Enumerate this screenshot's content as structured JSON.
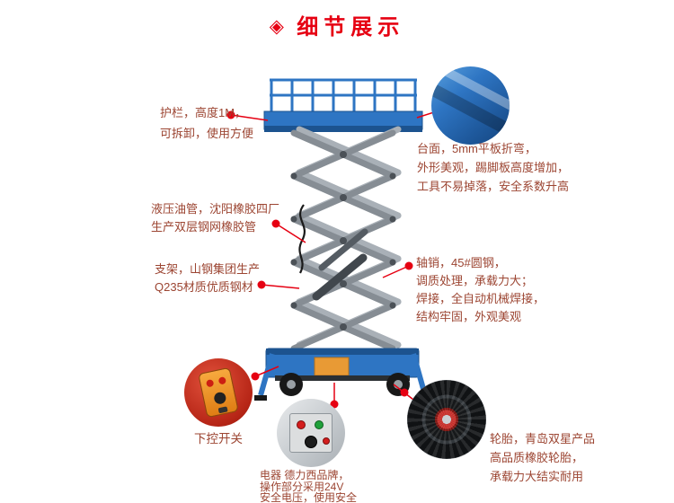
{
  "header": {
    "title": "细节展示"
  },
  "colors": {
    "accent_red": "#e60012",
    "note_text": "#9c4532",
    "machine_blue": "#2e75c3",
    "machine_blue_dark": "#1c538f",
    "scissor_gray": "#868d94"
  },
  "notes": {
    "guardrail": {
      "lines": [
        "护栏，高度1M，",
        "可拆卸，使用方便"
      ]
    },
    "platform": {
      "lines": [
        "台面，5mm平板折弯，",
        "外形美观，踢脚板高度增加，",
        "工具不易掉落，安全系数升高"
      ]
    },
    "hose": {
      "lines": [
        "液压油管，沈阳橡胶四厂",
        "生产双层钢网橡胶管"
      ]
    },
    "frame": {
      "lines": [
        "支架，山钢集团生产",
        "Q235材质优质钢材"
      ]
    },
    "pin": {
      "lines": [
        "轴销，45#圆钢，",
        "调质处理，承载力大；",
        "焊接，全自动机械焊接，",
        "结构牢固，外观美观"
      ]
    },
    "remote": {
      "label": "下控开关"
    },
    "electric": {
      "lines": [
        "电器 德力西品牌，",
        "操作部分采用24V",
        "安全电压，使用安全"
      ]
    },
    "tire": {
      "lines": [
        "轮胎，青岛双星产品",
        "高品质橡胶轮胎，",
        "承载力大结实耐用"
      ]
    }
  }
}
